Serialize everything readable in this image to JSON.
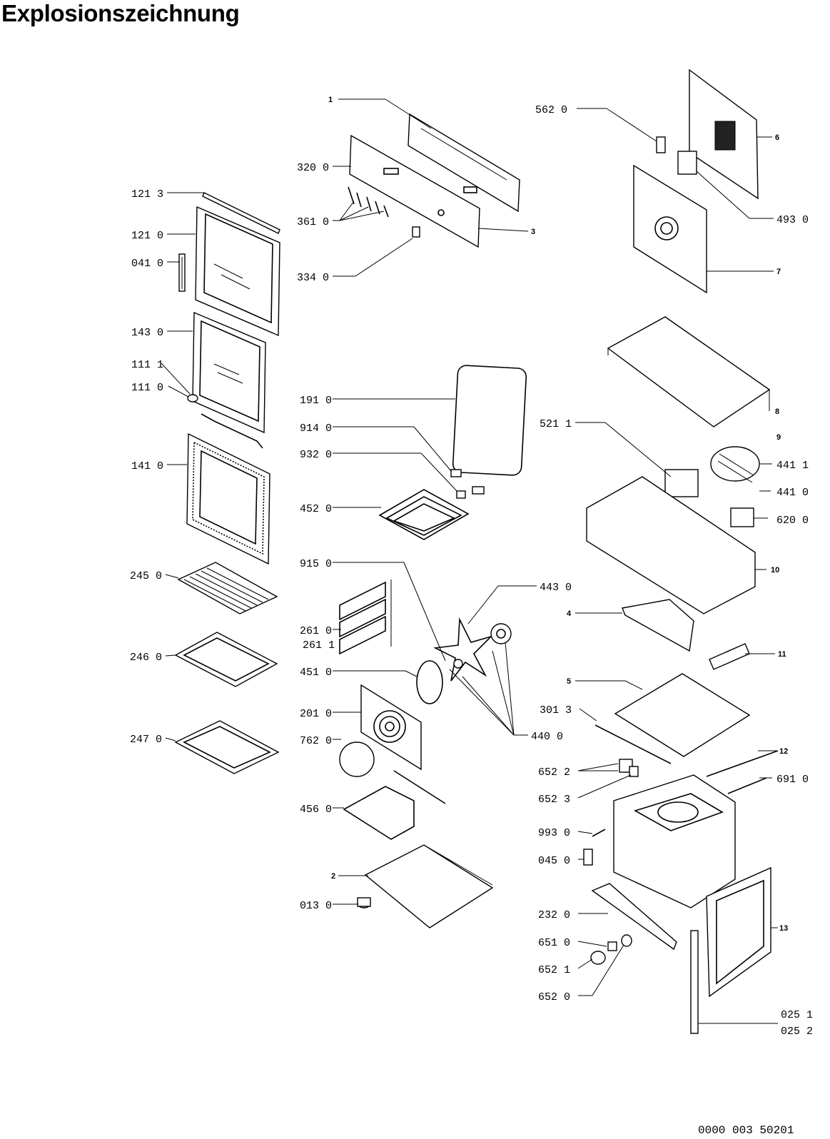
{
  "title": "Explosionszeichnung",
  "document_number": "0000 003 50201",
  "parts": {
    "p1": "1",
    "p2": "2",
    "p3": "3",
    "p4": "4",
    "p5": "5",
    "p6": "6",
    "p7": "7",
    "p8": "8",
    "p9": "9",
    "p10": "10",
    "p11": "11",
    "p12": "12",
    "p13": "13",
    "p121_3": "121 3",
    "p121_0": "121 0",
    "p041_0": "041 0",
    "p143_0": "143 0",
    "p111_1": "111 1",
    "p111_0": "111 0",
    "p141_0": "141 0",
    "p245_0": "245 0",
    "p246_0": "246 0",
    "p247_0": "247 0",
    "p320_0": "320 0",
    "p361_0": "361 0",
    "p334_0": "334 0",
    "p191_0": "191 0",
    "p914_0": "914 0",
    "p932_0": "932 0",
    "p452_0": "452 0",
    "p915_0": "915 0",
    "p261_0": "261 0",
    "p261_1": "261 1",
    "p451_0": "451 0",
    "p201_0": "201 0",
    "p762_0": "762 0",
    "p456_0": "456 0",
    "p013_0": "013 0",
    "p443_0": "443 0",
    "p440_0": "440 0",
    "p562_0": "562 0",
    "p493_0": "493 0",
    "p521_1": "521 1",
    "p441_1": "441 1",
    "p441_0": "441 0",
    "p620_0": "620 0",
    "p301_3": "301 3",
    "p652_2": "652 2",
    "p652_3": "652 3",
    "p691_0": "691 0",
    "p993_0": "993 0",
    "p045_0": "045 0",
    "p232_0": "232 0",
    "p651_0": "651 0",
    "p652_1": "652 1",
    "p652_0": "652 0",
    "p025_1": "025 1",
    "p025_2": "025 2"
  }
}
